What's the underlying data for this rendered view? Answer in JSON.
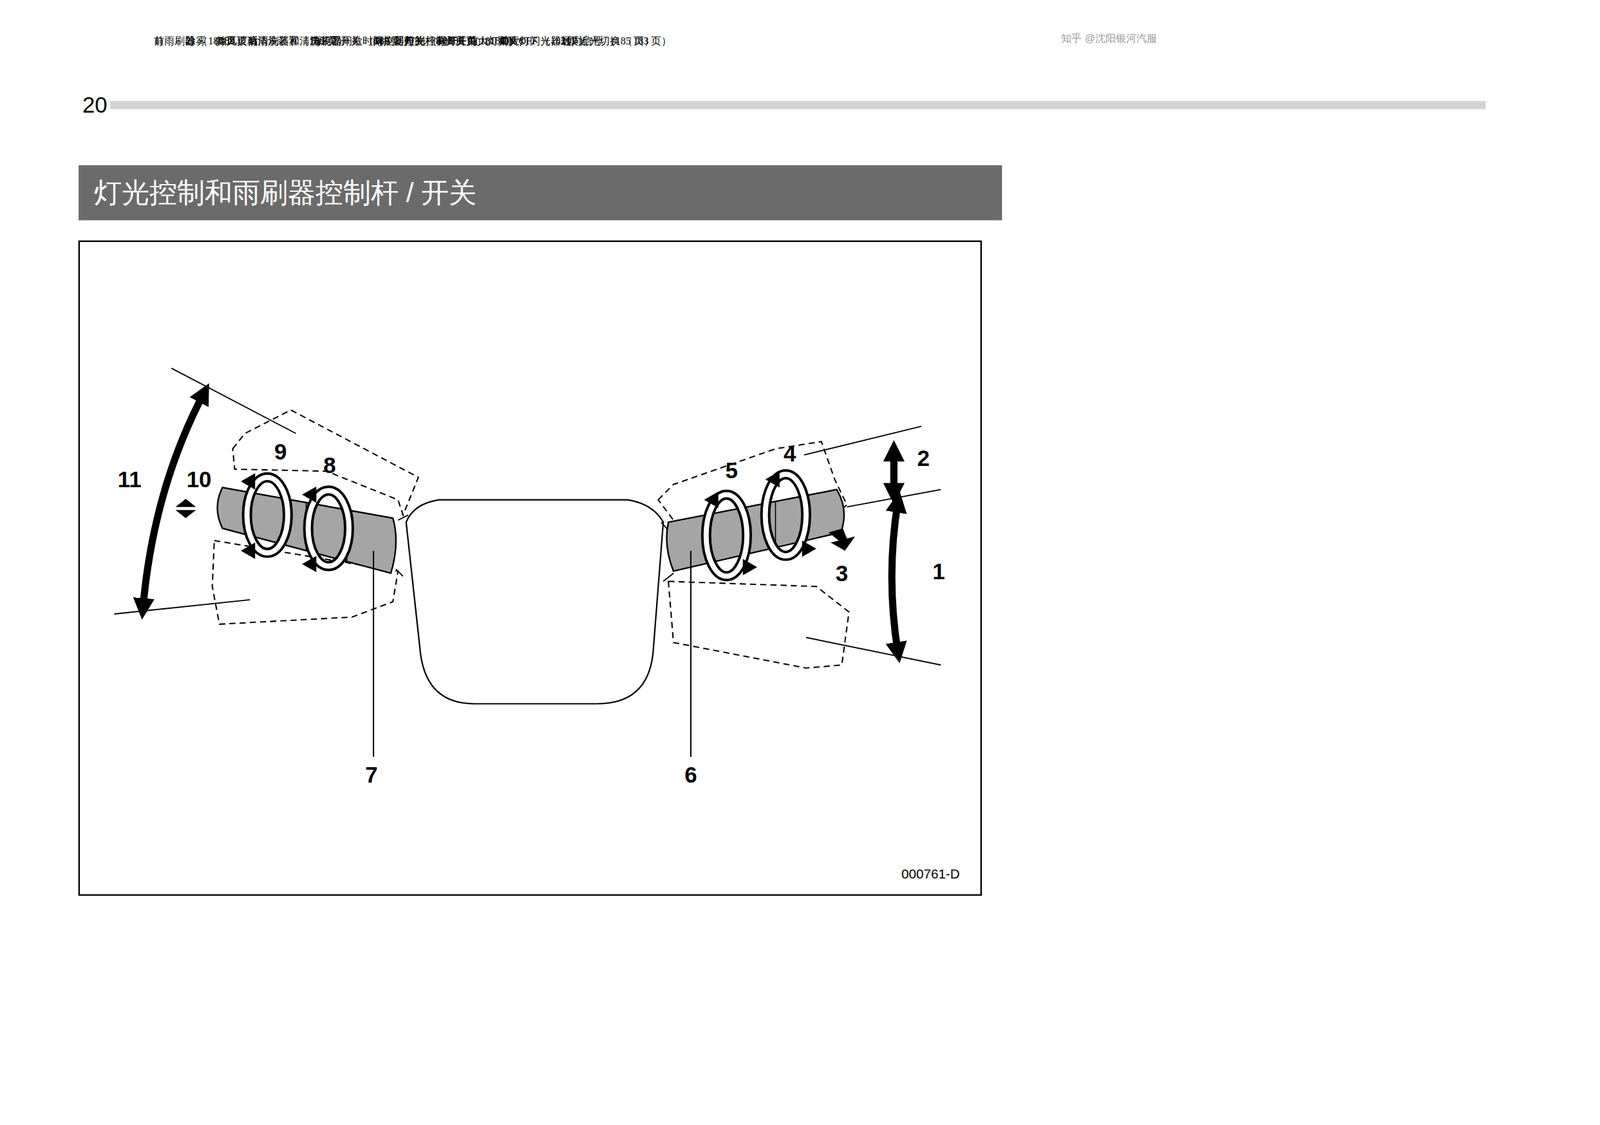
{
  "diagram": {
    "title": "灯光控制和雨刷器控制杆 / 开关",
    "labels": [
      "20",
      "11",
      "10",
      "9",
      "8",
      "5",
      "4",
      "2",
      "3",
      "1",
      "7",
      "6",
      "000761-D",
      "1)",
      "前雨刷器 （188 页）",
      "2)",
      "除雾 （188 页）",
      "3)",
      "挡风玻璃清洗装置（188 页）",
      "4)",
      "后雨刷器和清洗装置开关 （189 页）",
      "5)",
      "雨刷器间歇时间控制开关 （188 页）",
      "6)",
      "雨刷器控制杆 （186 页）",
      "7)",
      "灯光控制开关 （181 页）",
      "8)",
      "雾灯开关 （184 页）",
      "9)",
      "前大灯 ON/OFF （182 页）",
      "10)",
      "前大灯闪光器远 / 近光切换 （183 页）",
      "11)",
      "转向信号 （185 页）",
      "知乎 @沈阳银河汽服"
    ]
  }
}
